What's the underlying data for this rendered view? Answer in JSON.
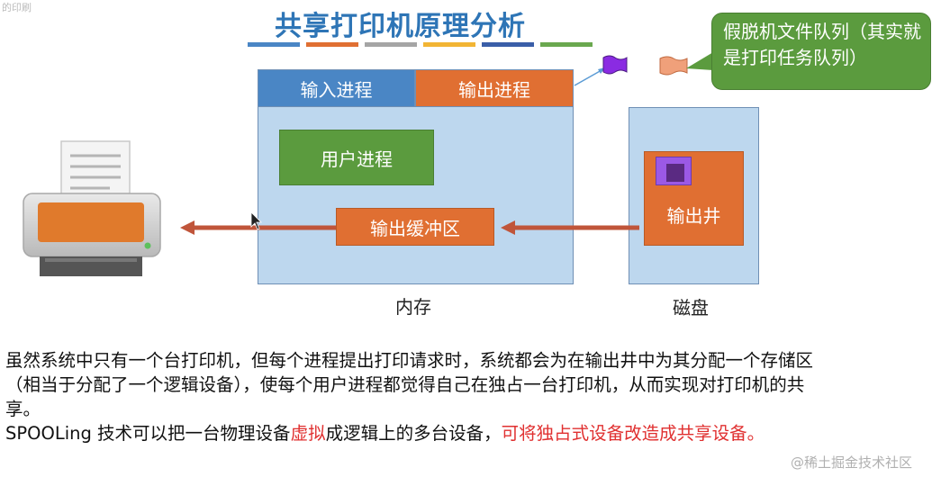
{
  "title": "共享打印机原理分析",
  "corner_text": "的印刷",
  "stripe_colors": [
    "#4a86c5",
    "#e06f32",
    "#a5a5a5",
    "#f2b534",
    "#3a5ea8",
    "#6aa84f"
  ],
  "memory": {
    "input_process": "输入进程",
    "output_process": "输出进程",
    "user_process": "用户进程",
    "output_buffer": "输出缓冲区",
    "label": "内存"
  },
  "disk": {
    "output_well": "输出井",
    "label": "磁盘"
  },
  "callout": {
    "text": "假脱机文件队列（其实就是打印任务队列）"
  },
  "description": {
    "paragraph1": "虽然系统中只有一个台打印机，但每个进程提出打印请求时，系统都会为在输出井中为其分配一个存储区（相当于分配了一个逻辑设备），使每个用户进程都觉得自己在独占一台打印机，从而实现对打印机的共享。",
    "p2_part1": "SPOOLing 技术可以把一台物理设备",
    "p2_red1": "虚拟",
    "p2_part2": "成逻辑上的多台设备，",
    "p2_red2": "可将独占式设备改造成共享设备。"
  },
  "watermark": "@稀土掘金技术社区",
  "colors": {
    "title": "#2e75b6",
    "memory_bg": "#bdd7ee",
    "blue_block": "#4a86c5",
    "orange_block": "#e06f32",
    "green_block": "#5b9b3e",
    "highlight_red": "#e03030",
    "arrow": "#c0553a"
  }
}
